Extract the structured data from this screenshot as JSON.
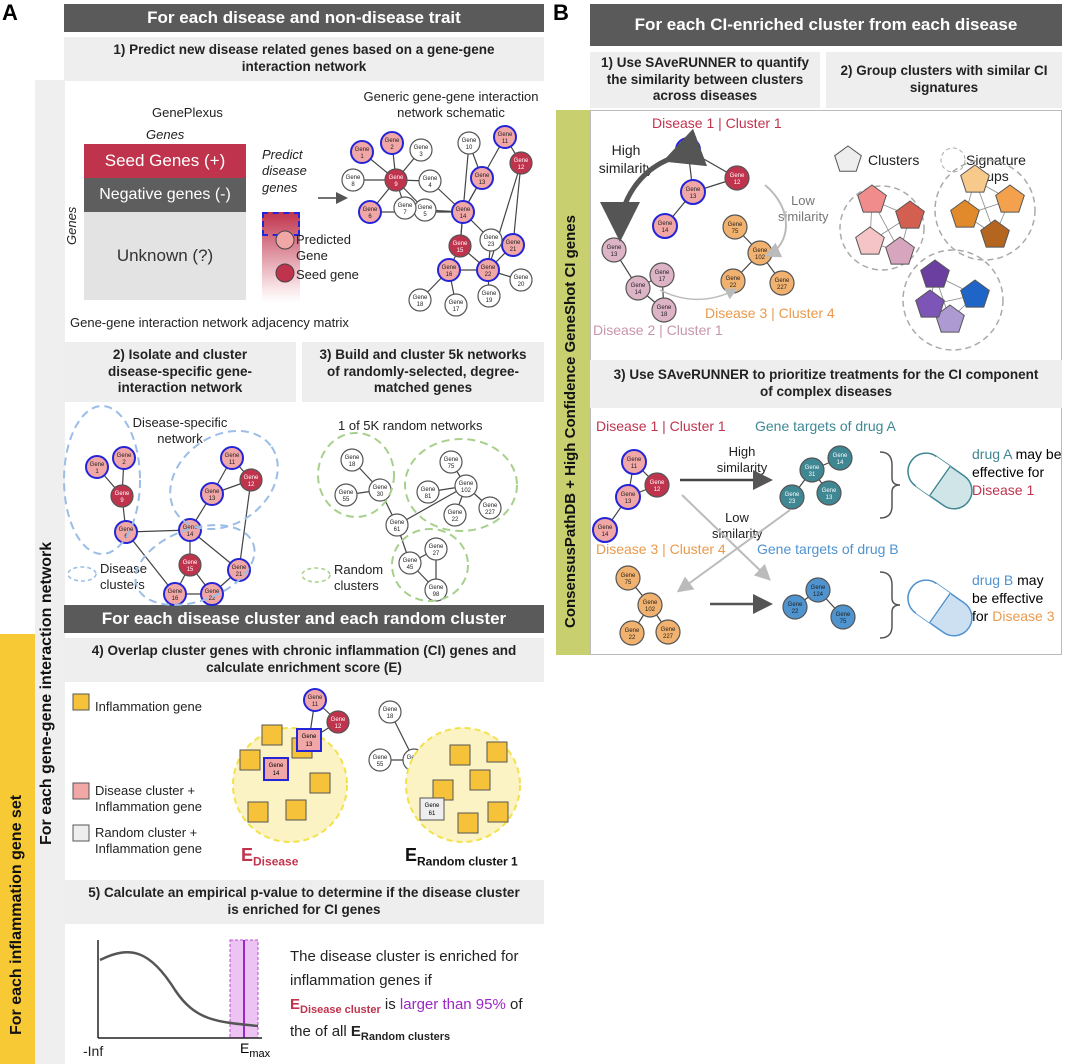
{
  "panel_a": {
    "letter": "A",
    "header": "For each disease and non-disease trait",
    "left_bar_label": "For each gene-gene interaction network",
    "left_bar2_label": "For each inflammation gene set",
    "step1": "1) Predict new disease related genes based on a gene-gene interaction network",
    "geneplexus": "GenePlexus",
    "genes_top": "Genes",
    "genes_side": "Genes",
    "seed_genes": "Seed Genes (+)",
    "negative_genes": "Negative genes (-)",
    "unknown": "Unknown (?)",
    "predict_label": "Predict disease genes",
    "adjacency_caption": "Gene-gene interaction network adjacency matrix",
    "network_schematic_title": "Generic gene-gene interaction network schematic",
    "legend_predicted": "Predicted Gene",
    "legend_seed": "Seed gene",
    "step2": "2) Isolate and cluster disease-specific gene-interaction network",
    "step3": "3) Build and cluster 5k networks of randomly-selected, degree-matched genes",
    "disease_network_title": "Disease-specific network",
    "random_network_title": "1 of 5K random networks",
    "disease_clusters": "Disease clusters",
    "random_clusters": "Random clusters",
    "header2": "For each disease cluster and each random cluster",
    "step4": "4) Overlap cluster genes with chronic inflammation (CI) genes and calculate enrichment score (E)",
    "legend_inflammation": "Inflammation gene",
    "legend_disease_inflammation": "Disease cluster + Inflammation gene",
    "legend_random_inflammation": "Random cluster + Inflammation gene",
    "e_disease": "E",
    "e_disease_sub": "Disease",
    "e_random": "E",
    "e_random_sub": "Random cluster 1",
    "step5": "5) Calculate an empirical p-value to determine if the disease cluster is enriched for CI genes",
    "axis_left": "-Inf",
    "axis_right": "E",
    "axis_right_sub": "max",
    "conclusion_1": "The disease cluster is enriched for inflammation genes if",
    "conclusion_e": "E",
    "conclusion_e_sub": "Disease cluster",
    "conclusion_is": "is",
    "conclusion_larger": "larger than 95%",
    "conclusion_of": "of",
    "conclusion_2": "the of all",
    "conclusion_e2": "E",
    "conclusion_e2_sub": "Random clusters"
  },
  "panel_b": {
    "letter": "B",
    "header": "For each CI-enriched cluster from each disease",
    "side_label": "ConsensusPathDB + High Confidence GeneShot CI genes",
    "step1": "1) Use SAveRUNNER to quantify the similarity between clusters across diseases",
    "step2": "2) Group clusters with similar CI signatures",
    "disease1_cluster1": "Disease 1 | Cluster 1",
    "disease2_cluster1": "Disease 2 | Cluster 1",
    "disease3_cluster4": "Disease 3 | Cluster 4",
    "high_similarity": "High similarity",
    "low_similarity": "Low similarity",
    "legend_clusters": "Clusters",
    "legend_signature": "Signature groups",
    "step3": "3) Use SAveRUNNER to prioritize treatments for the CI component of complex diseases",
    "targets_a": "Gene targets of drug A",
    "targets_b": "Gene targets of drug B",
    "drug_a_1": "drug A",
    "drug_a_2": "may be effective for",
    "drug_a_3": "Disease 1",
    "drug_b_1": "drug B",
    "drug_b_2": "may be effective for",
    "drug_b_3": "Disease 3"
  },
  "colors": {
    "header_bg": "#5a5a5a",
    "sub_bg": "#eeeeee",
    "seed": "#c0334d",
    "predicted": "#f2a7a7",
    "blue_ring": "#2424d8",
    "yellow": "#f5c23a",
    "olive": "#c8cf6e",
    "teal": "#3f8793",
    "drug_blue": "#4f93cf",
    "orange": "#e99a4c",
    "mauve": "#c796ad",
    "purple": "#9b27c4"
  }
}
